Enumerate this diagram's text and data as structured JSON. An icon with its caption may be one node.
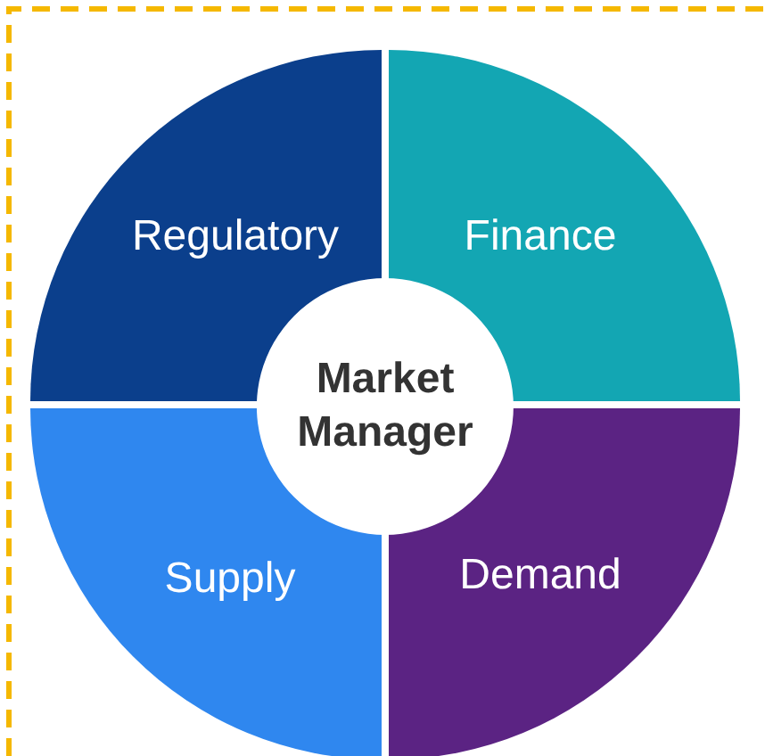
{
  "diagram": {
    "nodes": [
      {
        "text": [
          "Regulatory"
        ]
      },
      {
        "text": [
          "Finance"
        ]
      },
      {
        "text": [
          "Market Manager"
        ]
      },
      {
        "text": [
          "Supply"
        ]
      },
      {
        "text": [
          "Demand"
        ]
      }
    ]
  }
}
